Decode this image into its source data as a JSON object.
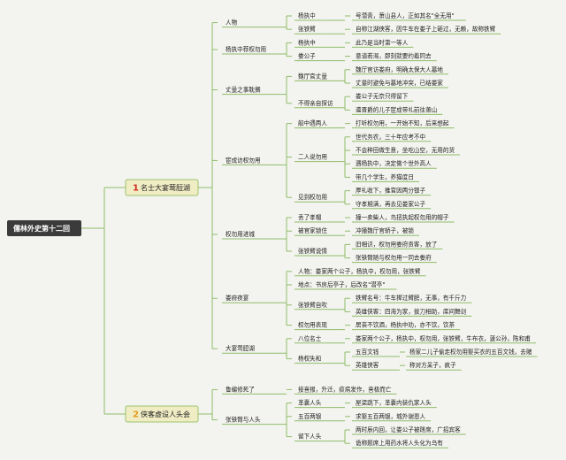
{
  "colors": {
    "line": "#8fbc6a",
    "root_bg": "#3b3b3b",
    "main_bg": "#f0ecc4",
    "main_border": "#9cc46c",
    "num1": "#d12a1f",
    "num2": "#e39a1e"
  },
  "root": "儒林外史第十二回",
  "branches": [
    {
      "num": "1",
      "label": "名士大宴莺脰湖",
      "children": [
        {
          "label": "人物",
          "children": [
            {
              "label": "杨执中",
              "children": [
                {
                  "label": "号潜斋，萧山县人，正如其名\"全无用\""
                }
              ]
            },
            {
              "label": "张铁臂",
              "children": [
                {
                  "label": "自称江湖侠客，因牛车在娄子上砸过，无赖，故称铁臂"
                }
              ]
            }
          ]
        },
        {
          "label": "杨执中荐权勿用",
          "children": [
            {
              "label": "杨执中",
              "children": [
                {
                  "label": "此乃是当时第一等人"
                }
              ]
            },
            {
              "label": "娄公子",
              "children": [
                {
                  "label": "意请若渴，即刻就要约着同去"
                }
              ]
            }
          ]
        },
        {
          "label": "丈量之事耽搁",
          "children": [
            {
              "label": "魏厅官丈量",
              "children": [
                {
                  "label": "魏厅官访娄府，明确太保大人墓地"
                },
                {
                  "label": "丈量时避免与墓地冲突，已结娄家"
                }
              ]
            },
            {
              "label": "不得亲自探访",
              "children": [
                {
                  "label": "娄公子无奈只得留下"
                },
                {
                  "label": "遣晋爵的儿子宦成带礼前往萧山"
                }
              ]
            }
          ]
        },
        {
          "label": "宦成访权勿用",
          "children": [
            {
              "label": "船中遇两人",
              "children": [
                {
                  "label": "打听权勿用，一开始不知，后来想起"
                }
              ]
            },
            {
              "label": "二人说勿用",
              "children": [
                {
                  "label": "世代务农，三十年应考不中"
                },
                {
                  "label": "不会种田做生意，坐吃山空，无用的货"
                },
                {
                  "label": "遇杨执中，决定做个世外高人"
                },
                {
                  "label": "带几个学生，养猫度日"
                }
              ]
            },
            {
              "label": "见到权勿用",
              "children": [
                {
                  "label": "厚礼收下，推官因两分银子"
                },
                {
                  "label": "守孝期满，再去见娄家公子"
                }
              ]
            }
          ]
        },
        {
          "label": "权勿用进城",
          "children": [
            {
              "label": "丢了孝帽",
              "children": [
                {
                  "label": "撞一卖柴人，鸟扭执起权勿用的帽子"
                }
              ]
            },
            {
              "label": "被官家锁住",
              "children": [
                {
                  "label": "冲撞魏厅官轿子，被锁"
                }
              ]
            },
            {
              "label": "张铁臂说情",
              "children": [
                {
                  "label": "旧相识，权勿用娄府贵客，放了"
                },
                {
                  "label": "张铁臂随与权勿用一同去娄府"
                }
              ]
            }
          ]
        },
        {
          "label": "娄府夜宴",
          "children": [
            {
              "label": "人物：娄家两个公子，杨执中，权勿用，张铁臂"
            },
            {
              "label": "地点：书房后亭子，后改名\"潜亭\""
            },
            {
              "label": "张铁臂自吹",
              "children": [
                {
                  "label": "铁臂名号：牛车撵过臂膀，无事，有千斤力"
                },
                {
                  "label": "英雄侠客：四海为家，拔刀相助，席间舞剑"
                }
              ]
            },
            {
              "label": "权勿用表现",
              "children": [
                {
                  "label": "居丧不饮酒，杨执中劝，亦不饮，饮茶"
                }
              ]
            }
          ]
        },
        {
          "label": "大宴莺脰湖",
          "children": [
            {
              "label": "八位名士",
              "children": [
                {
                  "label": "娄家两个公子，杨执中，权勿用，张铁臂，牛布衣，蘧公孙，陈和甫"
                }
              ]
            },
            {
              "label": "杨权失和",
              "children": [
                {
                  "label": "五百文钱",
                  "children": [
                    {
                      "label": "杨家二儿子偷走权勿用娶买衣的五百文钱，去赌"
                    }
                  ]
                },
                {
                  "label": "英雄侠客",
                  "children": [
                    {
                      "label": "称对方呆子，疯子"
                    }
                  ]
                }
              ]
            }
          ]
        }
      ]
    },
    {
      "num": "2",
      "label": "侠客虚设人头会",
      "children": [
        {
          "label": "鲁编修死了",
          "children": [
            {
              "label": "接喜报，升迁，痰病发作，喜极而亡"
            }
          ]
        },
        {
          "label": "张铁臂与人头",
          "children": [
            {
              "label": "革囊人头",
              "children": [
                {
                  "label": "屋梁跳下，革囊内装仇家人头"
                }
              ]
            },
            {
              "label": "五百两银",
              "children": [
                {
                  "label": "求娶五百两银，城外谢恩人"
                }
              ]
            },
            {
              "label": "留下人头",
              "children": [
                {
                  "label": "两时辰内回，让娄公子被蹉席，广招宾客"
                },
                {
                  "label": "诡称题席上用药水将人头化为乌有"
                }
              ]
            }
          ]
        }
      ]
    }
  ]
}
